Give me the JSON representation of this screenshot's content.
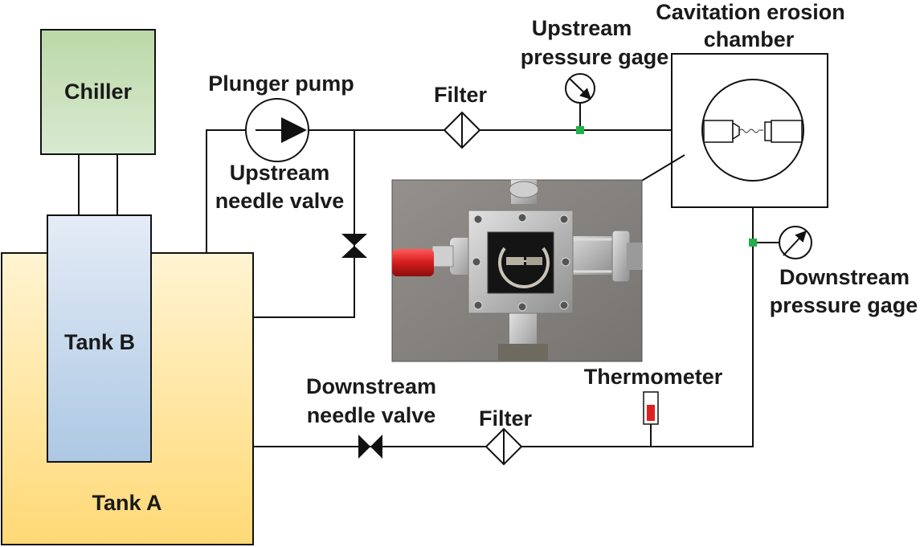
{
  "labels": {
    "chiller": "Chiller",
    "tank_b": "Tank B",
    "tank_a": "Tank A",
    "plunger_pump": "Plunger pump",
    "upstream_needle_valve_line1": "Upstream",
    "upstream_needle_valve_line2": "needle valve",
    "filter_upper": "Filter",
    "upstream_gage_line1": "Upstream",
    "upstream_gage_line2": "pressure gage",
    "chamber_line1": "Cavitation erosion",
    "chamber_line2": "chamber",
    "downstream_gage_line1": "Downstream",
    "downstream_gage_line2": "pressure gage",
    "thermometer": "Thermometer",
    "filter_lower": "Filter",
    "downstream_needle_valve_line1": "Downstream",
    "downstream_needle_valve_line2": "needle valve"
  },
  "colors": {
    "chiller_fill": "#d3e6c4",
    "chiller_fill_top": "#bcd8a8",
    "tank_a_fill_top": "#fff3cc",
    "tank_a_fill_bottom": "#ffd979",
    "tank_b_fill_top": "#dfe9f4",
    "tank_b_fill_bottom": "#b3cce6",
    "sensor_port": "#22b04b",
    "thermometer_fluid": "#e02020",
    "line": "#111111"
  },
  "icons": [
    "pump-icon",
    "filter-icon",
    "pressure-gauge-icon",
    "needle-valve-icon",
    "thermometer-icon",
    "nozzle-icon",
    "chamber-photo"
  ]
}
